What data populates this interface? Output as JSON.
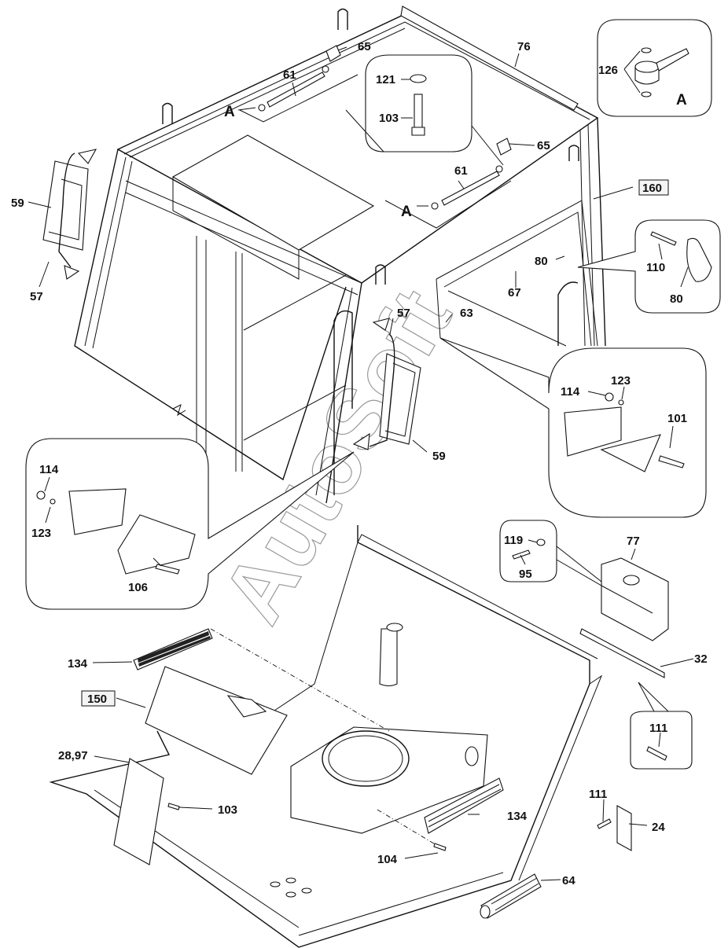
{
  "diagram": {
    "type": "exploded parts diagram",
    "subject": "Operator cab and floor assembly",
    "watermark": "AutoSoft",
    "detail_view_letter": "A",
    "callouts": [
      {
        "id": "c65a",
        "text": "65"
      },
      {
        "id": "c61a",
        "text": "61"
      },
      {
        "id": "cAa",
        "text": "A"
      },
      {
        "id": "c121",
        "text": "121"
      },
      {
        "id": "c103a",
        "text": "103"
      },
      {
        "id": "c76",
        "text": "76"
      },
      {
        "id": "c126",
        "text": "126"
      },
      {
        "id": "cAdet",
        "text": "A"
      },
      {
        "id": "c65b",
        "text": "65"
      },
      {
        "id": "c61b",
        "text": "61"
      },
      {
        "id": "cAb",
        "text": "A"
      },
      {
        "id": "c160",
        "text": "160",
        "boxed": true
      },
      {
        "id": "c59a",
        "text": "59"
      },
      {
        "id": "c57a",
        "text": "57"
      },
      {
        "id": "c110",
        "text": "110"
      },
      {
        "id": "c80a",
        "text": "80"
      },
      {
        "id": "c80b",
        "text": "80"
      },
      {
        "id": "c67",
        "text": "67"
      },
      {
        "id": "c57b",
        "text": "57"
      },
      {
        "id": "c63",
        "text": "63"
      },
      {
        "id": "c114a",
        "text": "114"
      },
      {
        "id": "c123a",
        "text": "123"
      },
      {
        "id": "c101",
        "text": "101"
      },
      {
        "id": "c59b",
        "text": "59"
      },
      {
        "id": "c114b",
        "text": "114"
      },
      {
        "id": "c123b",
        "text": "123"
      },
      {
        "id": "c106",
        "text": "106"
      },
      {
        "id": "c119",
        "text": "119"
      },
      {
        "id": "c95",
        "text": "95"
      },
      {
        "id": "c77",
        "text": "77"
      },
      {
        "id": "c134a",
        "text": "134"
      },
      {
        "id": "c32",
        "text": "32"
      },
      {
        "id": "c150",
        "text": "150",
        "boxed": true
      },
      {
        "id": "c111a",
        "text": "111"
      },
      {
        "id": "c2897",
        "text": "28,97"
      },
      {
        "id": "c103b",
        "text": "103"
      },
      {
        "id": "c134b",
        "text": "134"
      },
      {
        "id": "c111b",
        "text": "111"
      },
      {
        "id": "c24",
        "text": "24"
      },
      {
        "id": "c104",
        "text": "104"
      },
      {
        "id": "c64",
        "text": "64"
      }
    ]
  }
}
